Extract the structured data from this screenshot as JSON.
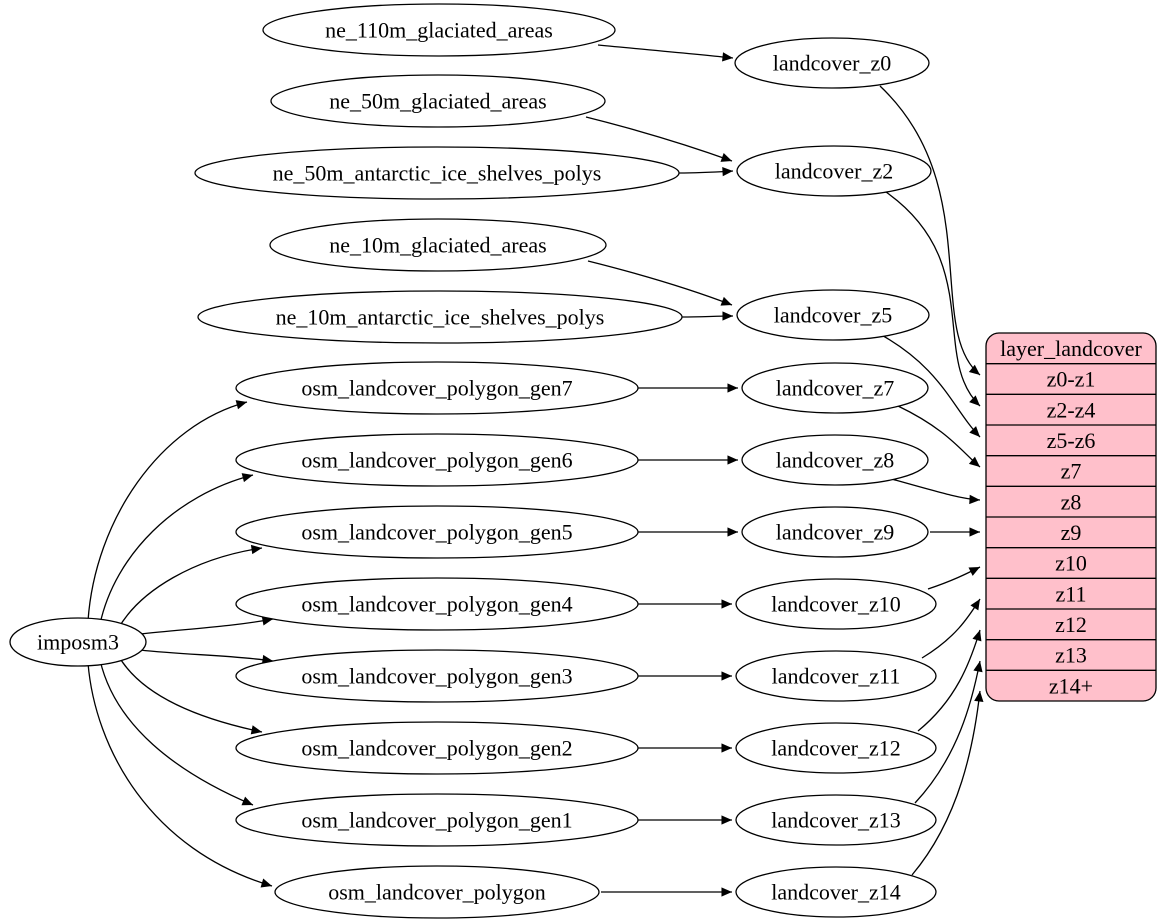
{
  "diagram": {
    "kind": "graphviz-dependency-graph",
    "colors": {
      "background": "#ffffff",
      "node_fill": "#ffffff",
      "stroke": "#000000",
      "record_fill": "#ffc0cb"
    },
    "nodes": {
      "imposm3": "imposm3",
      "ne_110m_glaciated_areas": "ne_110m_glaciated_areas",
      "ne_50m_glaciated_areas": "ne_50m_glaciated_areas",
      "ne_50m_antarctic_ice_shelves_polys": "ne_50m_antarctic_ice_shelves_polys",
      "ne_10m_glaciated_areas": "ne_10m_glaciated_areas",
      "ne_10m_antarctic_ice_shelves_polys": "ne_10m_antarctic_ice_shelves_polys",
      "gen7": "osm_landcover_polygon_gen7",
      "gen6": "osm_landcover_polygon_gen6",
      "gen5": "osm_landcover_polygon_gen5",
      "gen4": "osm_landcover_polygon_gen4",
      "gen3": "osm_landcover_polygon_gen3",
      "gen2": "osm_landcover_polygon_gen2",
      "gen1": "osm_landcover_polygon_gen1",
      "polygon": "osm_landcover_polygon",
      "z0": "landcover_z0",
      "z2": "landcover_z2",
      "z5": "landcover_z5",
      "z7": "landcover_z7",
      "z8": "landcover_z8",
      "z9": "landcover_z9",
      "z10": "landcover_z10",
      "z11": "landcover_z11",
      "z12": "landcover_z12",
      "z13": "landcover_z13",
      "z14": "landcover_z14"
    },
    "table": {
      "title": "layer_landcover",
      "fill_color": "#ffc0cb",
      "rows": [
        "z0-z1",
        "z2-z4",
        "z5-z6",
        "z7",
        "z8",
        "z9",
        "z10",
        "z11",
        "z12",
        "z13",
        "z14+"
      ]
    },
    "edges": [
      "imposm3 -> osm_landcover_polygon_gen7",
      "imposm3 -> osm_landcover_polygon_gen6",
      "imposm3 -> osm_landcover_polygon_gen5",
      "imposm3 -> osm_landcover_polygon_gen4",
      "imposm3 -> osm_landcover_polygon_gen3",
      "imposm3 -> osm_landcover_polygon_gen2",
      "imposm3 -> osm_landcover_polygon_gen1",
      "imposm3 -> osm_landcover_polygon",
      "ne_110m_glaciated_areas -> landcover_z0",
      "ne_50m_glaciated_areas -> landcover_z2",
      "ne_50m_antarctic_ice_shelves_polys -> landcover_z2",
      "ne_10m_glaciated_areas -> landcover_z5",
      "ne_10m_antarctic_ice_shelves_polys -> landcover_z5",
      "osm_landcover_polygon_gen7 -> landcover_z7",
      "osm_landcover_polygon_gen6 -> landcover_z8",
      "osm_landcover_polygon_gen5 -> landcover_z9",
      "osm_landcover_polygon_gen4 -> landcover_z10",
      "osm_landcover_polygon_gen3 -> landcover_z11",
      "osm_landcover_polygon_gen2 -> landcover_z12",
      "osm_landcover_polygon_gen1 -> landcover_z13",
      "osm_landcover_polygon -> landcover_z14",
      "landcover_z0 -> layer_landcover:z0-z1",
      "landcover_z2 -> layer_landcover:z2-z4",
      "landcover_z5 -> layer_landcover:z5-z6",
      "landcover_z7 -> layer_landcover:z7",
      "landcover_z8 -> layer_landcover:z8",
      "landcover_z9 -> layer_landcover:z9",
      "landcover_z10 -> layer_landcover:z10",
      "landcover_z11 -> layer_landcover:z11",
      "landcover_z12 -> layer_landcover:z12",
      "landcover_z13 -> layer_landcover:z13",
      "landcover_z14 -> layer_landcover:z14+"
    ]
  }
}
